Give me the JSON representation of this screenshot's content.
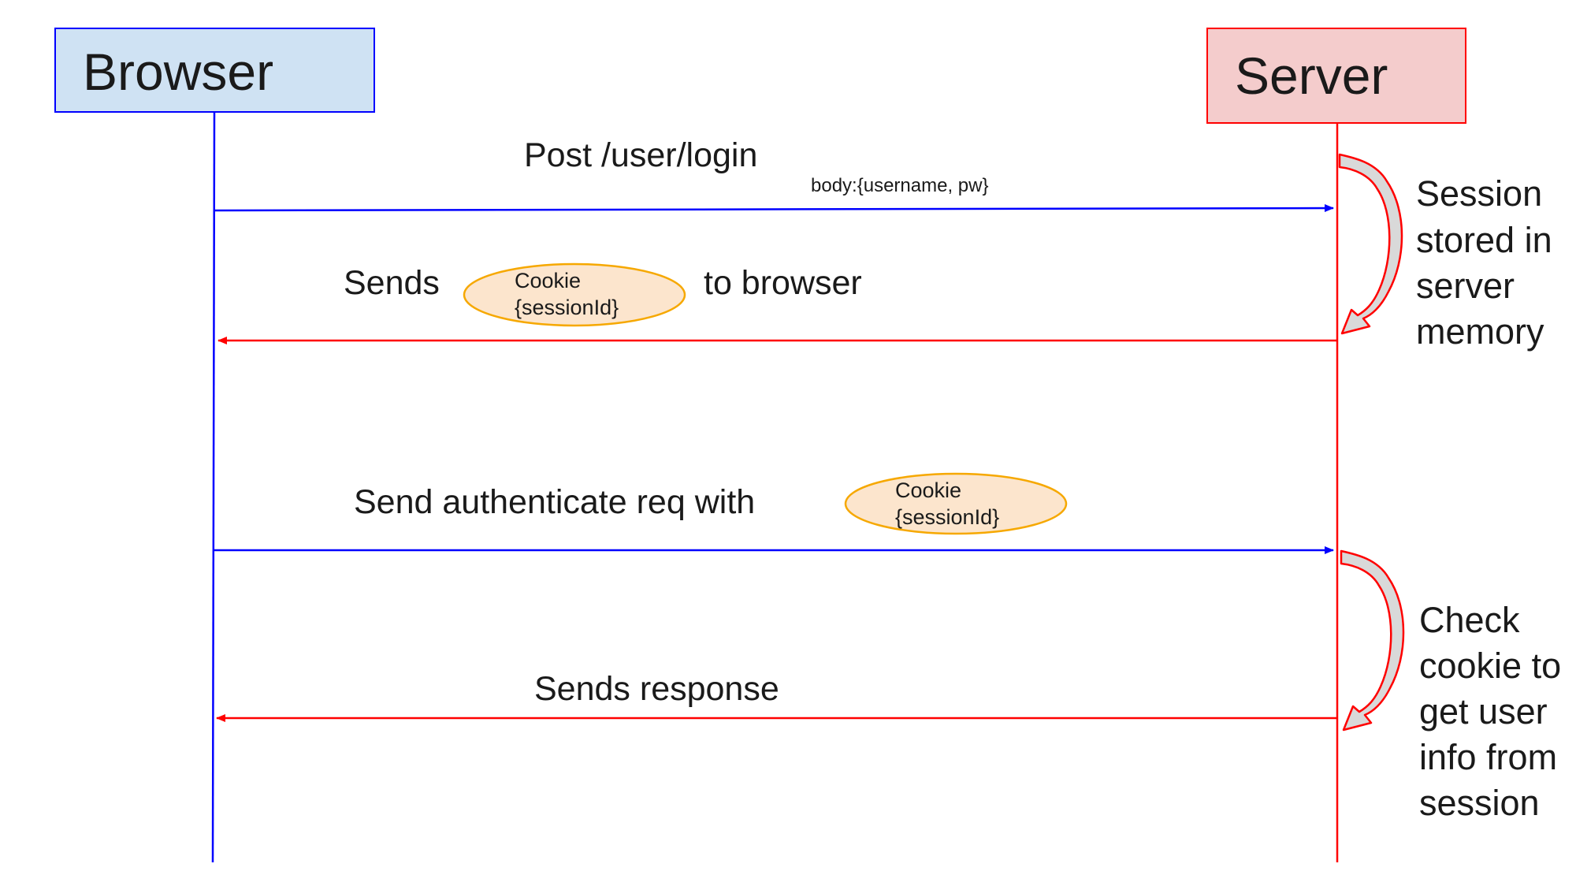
{
  "participants": {
    "browser": {
      "label": "Browser",
      "fill": "#cfe2f3",
      "stroke": "#0000ff"
    },
    "server": {
      "label": "Server",
      "fill": "#f4cccc",
      "stroke": "#ff0000"
    }
  },
  "messages": {
    "login": {
      "label": "Post /user/login",
      "sublabel": "body:{username, pw}",
      "color": "#0000ff"
    },
    "cookie_return": {
      "prefix": "Sends",
      "suffix": "to browser",
      "color": "#ff0000"
    },
    "auth_request": {
      "label": "Send authenticate req with",
      "color": "#0000ff"
    },
    "response": {
      "label": "Sends response",
      "color": "#ff0000"
    }
  },
  "cookie_badge": {
    "line1": "Cookie",
    "line2": "{sessionId}",
    "fill": "#fce5cd",
    "stroke": "#f6a800"
  },
  "notes": {
    "session_stored": [
      "Session",
      "stored in",
      "server",
      "memory"
    ],
    "check_cookie": [
      "Check",
      "cookie to",
      "get user",
      "info from",
      "session"
    ]
  }
}
